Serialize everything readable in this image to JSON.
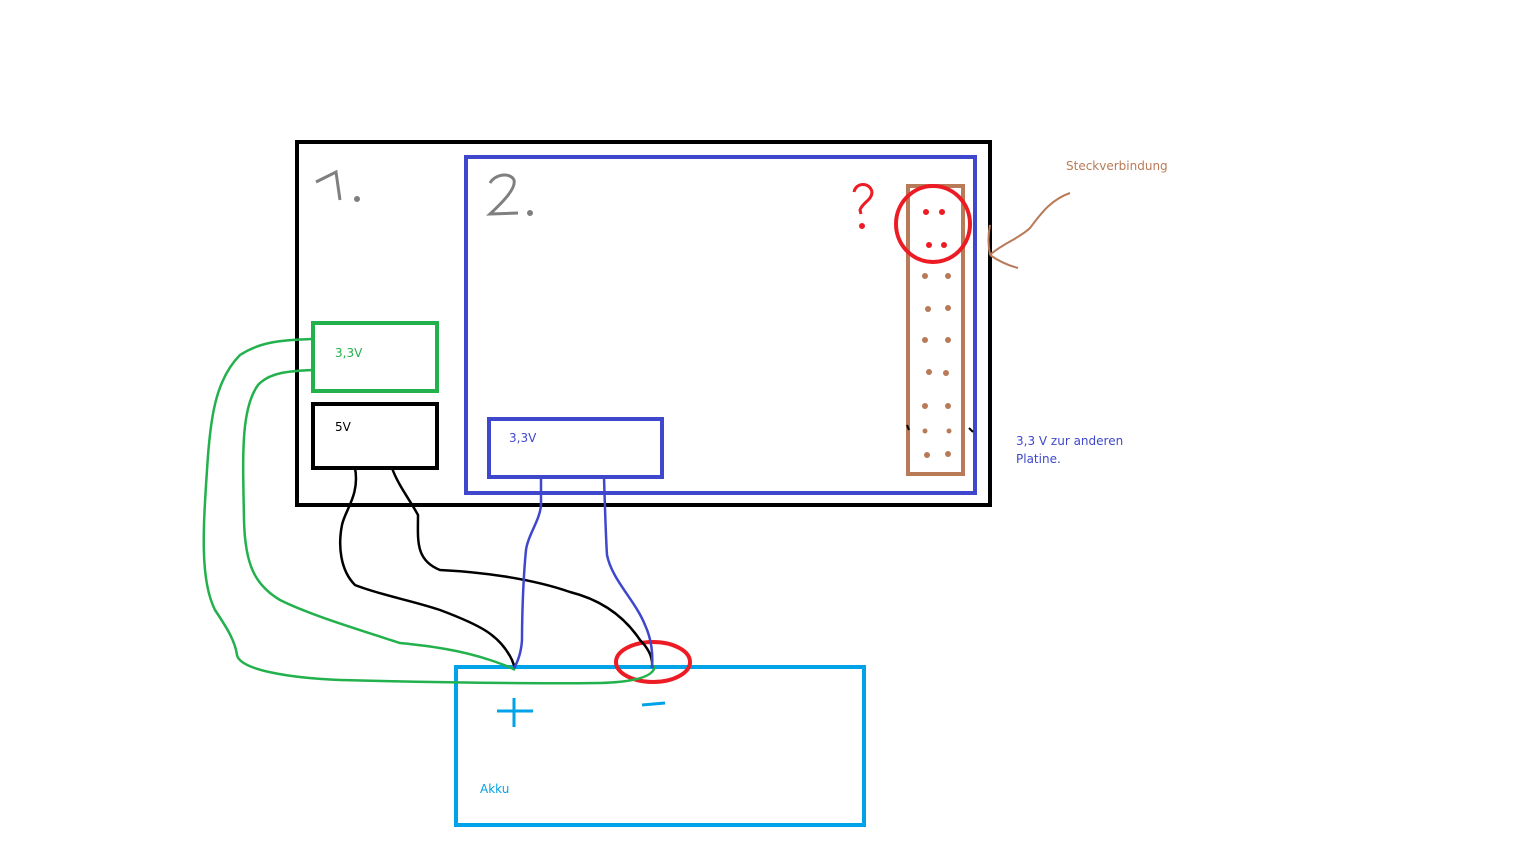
{
  "labels": {
    "section_one": "1.",
    "section_two": "2.",
    "question_mark": "?",
    "green_regulator": "3,3V",
    "black_regulator": "5V",
    "blue_regulator": "3,3V",
    "connector": "Steckverbindung",
    "output_line1": "3,3 V zur anderen",
    "output_line2": "Platine.",
    "battery": "Akku",
    "plus": "+",
    "minus": "-"
  },
  "colors": {
    "black": "#000000",
    "green": "#22b14c",
    "blue": "#3f48cc",
    "cyan": "#00a2e8",
    "brown": "#b97a57",
    "red": "#ed1c24",
    "gray": "#7f7f7f"
  }
}
